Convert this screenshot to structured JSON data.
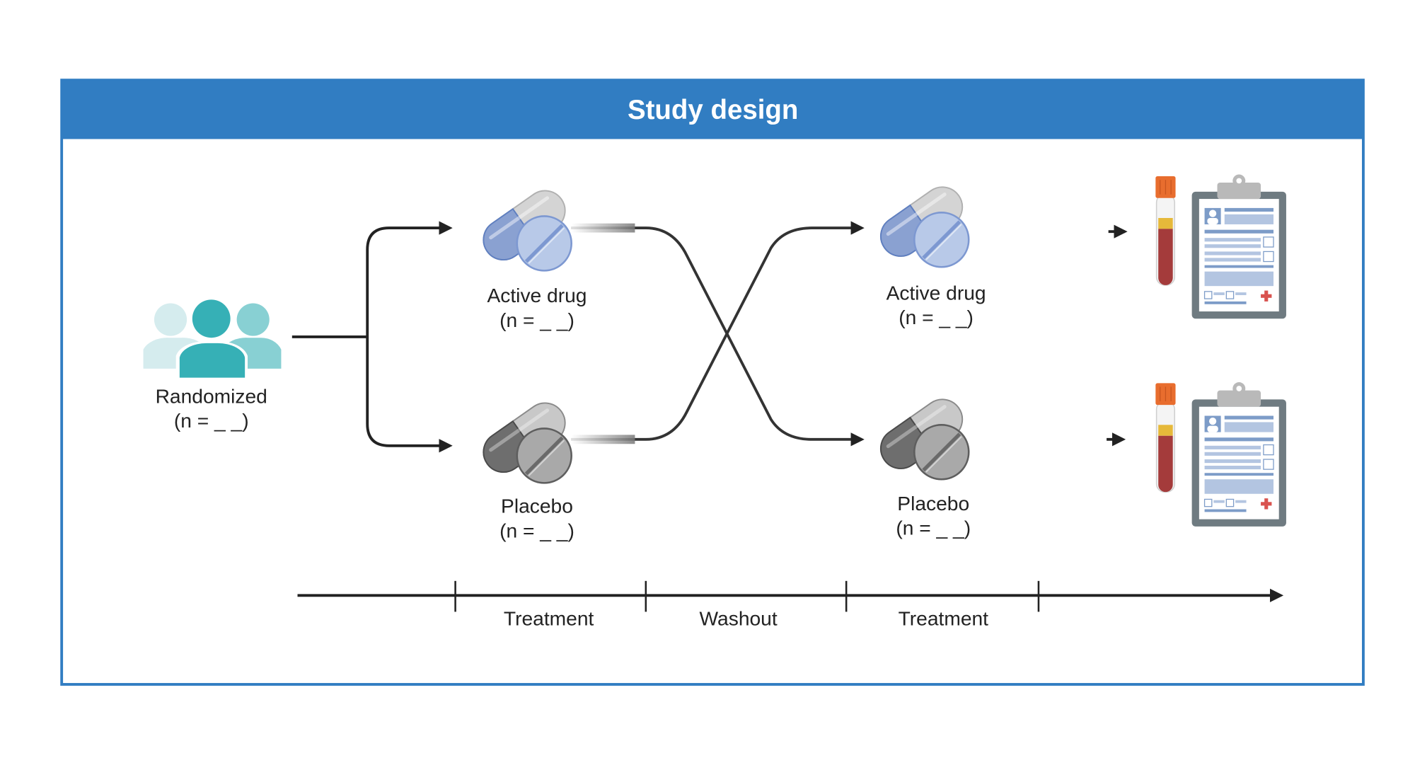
{
  "header": {
    "title": "Study design"
  },
  "colors": {
    "brand_blue": "#317dc2",
    "line": "#222222",
    "people_dark": "#36b0b6",
    "people_mid": "#88d0d3",
    "people_light": "#d5ecee",
    "active_pill": "#8aa1d1",
    "active_tablet": "#b8c9e8",
    "placebo_pill": "#6e6e6e",
    "placebo_tablet": "#a9a9a9",
    "blood": "#a43b3b",
    "plasma": "#e6b93a",
    "cap": "#e86d2e",
    "cross": "#d9534f"
  },
  "randomized": {
    "label": "Randomized",
    "n": "(n = _ _)",
    "icon": "people-group-icon"
  },
  "period1": {
    "active": {
      "label": "Active drug",
      "n": "(n = _ _)",
      "icon": "pill-tablet-icon"
    },
    "placebo": {
      "label": "Placebo",
      "n": "(n = _ _)",
      "icon": "pill-tablet-icon"
    }
  },
  "period2": {
    "active": {
      "label": "Active drug",
      "n": "(n = _ _)",
      "icon": "pill-tablet-icon"
    },
    "placebo": {
      "label": "Placebo",
      "n": "(n = _ _)",
      "icon": "pill-tablet-icon"
    }
  },
  "outcomes": [
    {
      "icons": [
        "blood-tube-icon",
        "clipboard-report-icon"
      ]
    },
    {
      "icons": [
        "blood-tube-icon",
        "clipboard-report-icon"
      ]
    }
  ],
  "timeline": {
    "phases": [
      "Treatment",
      "Washout",
      "Treatment"
    ]
  }
}
